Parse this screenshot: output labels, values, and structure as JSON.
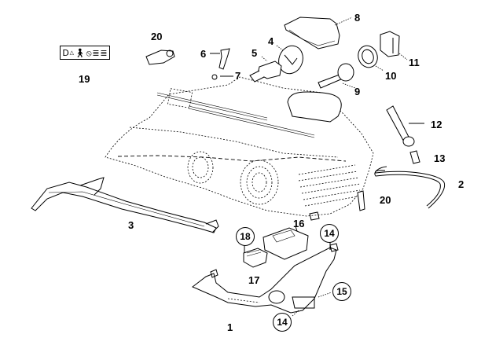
{
  "diagram": {
    "title": "Headlight assembly exploded parts diagram",
    "warning_label": {
      "symbols": [
        "D",
        "△",
        "person-icon",
        "prohibited-icon",
        "≣",
        "≣"
      ]
    },
    "callouts": [
      {
        "id": "1",
        "text": "1",
        "circled": false
      },
      {
        "id": "2",
        "text": "2",
        "circled": false
      },
      {
        "id": "3",
        "text": "3",
        "circled": false
      },
      {
        "id": "4",
        "text": "4",
        "circled": false
      },
      {
        "id": "5",
        "text": "5",
        "circled": false
      },
      {
        "id": "6",
        "text": "6",
        "circled": false
      },
      {
        "id": "7",
        "text": "7",
        "circled": false
      },
      {
        "id": "8",
        "text": "8",
        "circled": false
      },
      {
        "id": "9",
        "text": "9",
        "circled": false
      },
      {
        "id": "10",
        "text": "10",
        "circled": false
      },
      {
        "id": "11",
        "text": "11",
        "circled": false
      },
      {
        "id": "12",
        "text": "12",
        "circled": false
      },
      {
        "id": "13",
        "text": "13",
        "circled": false
      },
      {
        "id": "14a",
        "text": "14",
        "circled": true
      },
      {
        "id": "14b",
        "text": "14",
        "circled": true
      },
      {
        "id": "15",
        "text": "15",
        "circled": true
      },
      {
        "id": "16",
        "text": "16",
        "circled": false
      },
      {
        "id": "17",
        "text": "17",
        "circled": false
      },
      {
        "id": "18",
        "text": "18",
        "circled": true
      },
      {
        "id": "19",
        "text": "19",
        "circled": false
      },
      {
        "id": "20a",
        "text": "20",
        "circled": false
      },
      {
        "id": "20b",
        "text": "20",
        "circled": false
      }
    ],
    "parts": [
      {
        "part": "headlight-housing",
        "callout": "1"
      },
      {
        "part": "seal-strip",
        "callout": "2"
      },
      {
        "part": "trim-strip",
        "callout": "3"
      },
      {
        "part": "cover-cap",
        "callout": "4"
      },
      {
        "part": "bulb-h7",
        "callout": "5"
      },
      {
        "part": "side-bulb-holder",
        "callout": "6"
      },
      {
        "part": "bulb-small",
        "callout": "7"
      },
      {
        "part": "cover-gasket",
        "callout": "8"
      },
      {
        "part": "xenon-bulb",
        "callout": "9"
      },
      {
        "part": "retaining-ring",
        "callout": "10"
      },
      {
        "part": "ignitor",
        "callout": "11"
      },
      {
        "part": "indicator-bulb-socket",
        "callout": "12"
      },
      {
        "part": "indicator-bulb",
        "callout": "13"
      },
      {
        "part": "bracket-screw",
        "callout": "14"
      },
      {
        "part": "nut",
        "callout": "15"
      },
      {
        "part": "control-unit",
        "callout": "16"
      },
      {
        "part": "module",
        "callout": "17"
      },
      {
        "part": "connector-module",
        "callout": "18"
      },
      {
        "part": "warning-label",
        "callout": "19"
      },
      {
        "part": "clip",
        "callout": "20"
      }
    ]
  }
}
